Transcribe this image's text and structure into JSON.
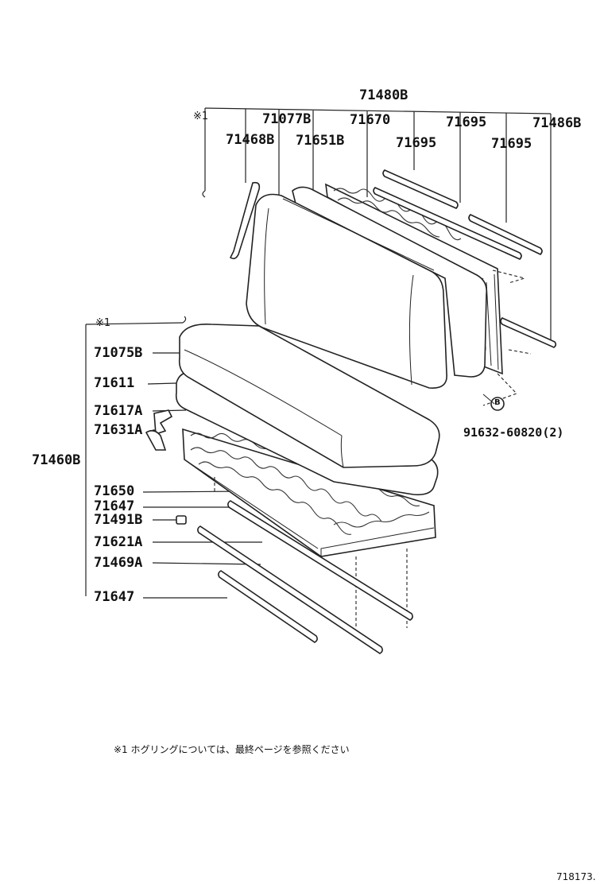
{
  "back_group": {
    "header": "71480B",
    "mark": "※1",
    "labels": {
      "p71077B": "71077B",
      "p71670": "71670",
      "p71695_a": "71695",
      "p71486B": "71486B",
      "p71468B": "71468B",
      "p71651B": "71651B",
      "p71695_b": "71695",
      "p71695_c": "71695"
    }
  },
  "cushion_group": {
    "header": "71460B",
    "mark": "※1",
    "labels": {
      "p71075B": "71075B",
      "p71611": "71611",
      "p71617A": "71617A",
      "p71631A": "71631A",
      "p71650": "71650",
      "p71647_a": "71647",
      "p71491B": "71491B",
      "p71621A": "71621A",
      "p71469A": "71469A",
      "p71647_b": "71647"
    }
  },
  "bolt": {
    "symbol": "B",
    "part_no": "91632-60820(2)"
  },
  "footnote": "※1 ホグリングについては、最終ページを参照ください",
  "diagram_id": "718173."
}
